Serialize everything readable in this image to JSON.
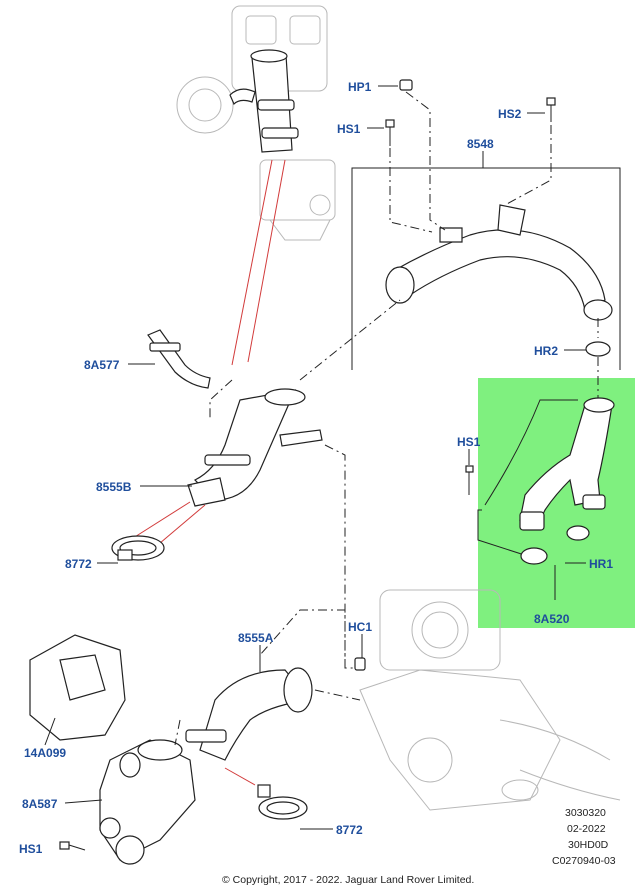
{
  "callouts": {
    "hp1": "HP1",
    "hs2": "HS2",
    "hs1_top": "HS1",
    "p8548": "8548",
    "p8a577": "8A577",
    "hr2": "HR2",
    "hs1_mid": "HS1",
    "p8555b": "8555B",
    "p8772_top": "8772",
    "hr1": "HR1",
    "p8a520": "8A520",
    "hc1": "HC1",
    "p8555a": "8555A",
    "p14a099": "14A099",
    "p8a587": "8A587",
    "p8772_bottom": "8772",
    "hs1_bottom": "HS1"
  },
  "meta": {
    "line1": "3030320",
    "line2": "02-2022",
    "line3": "30HD0D",
    "line4": "C0270940-03"
  },
  "copyright": "© Copyright, 2017 - 2022. Jaguar Land Rover Limited.",
  "highlight_color": "#7ff07f",
  "callout_color": "#1f4e9c"
}
